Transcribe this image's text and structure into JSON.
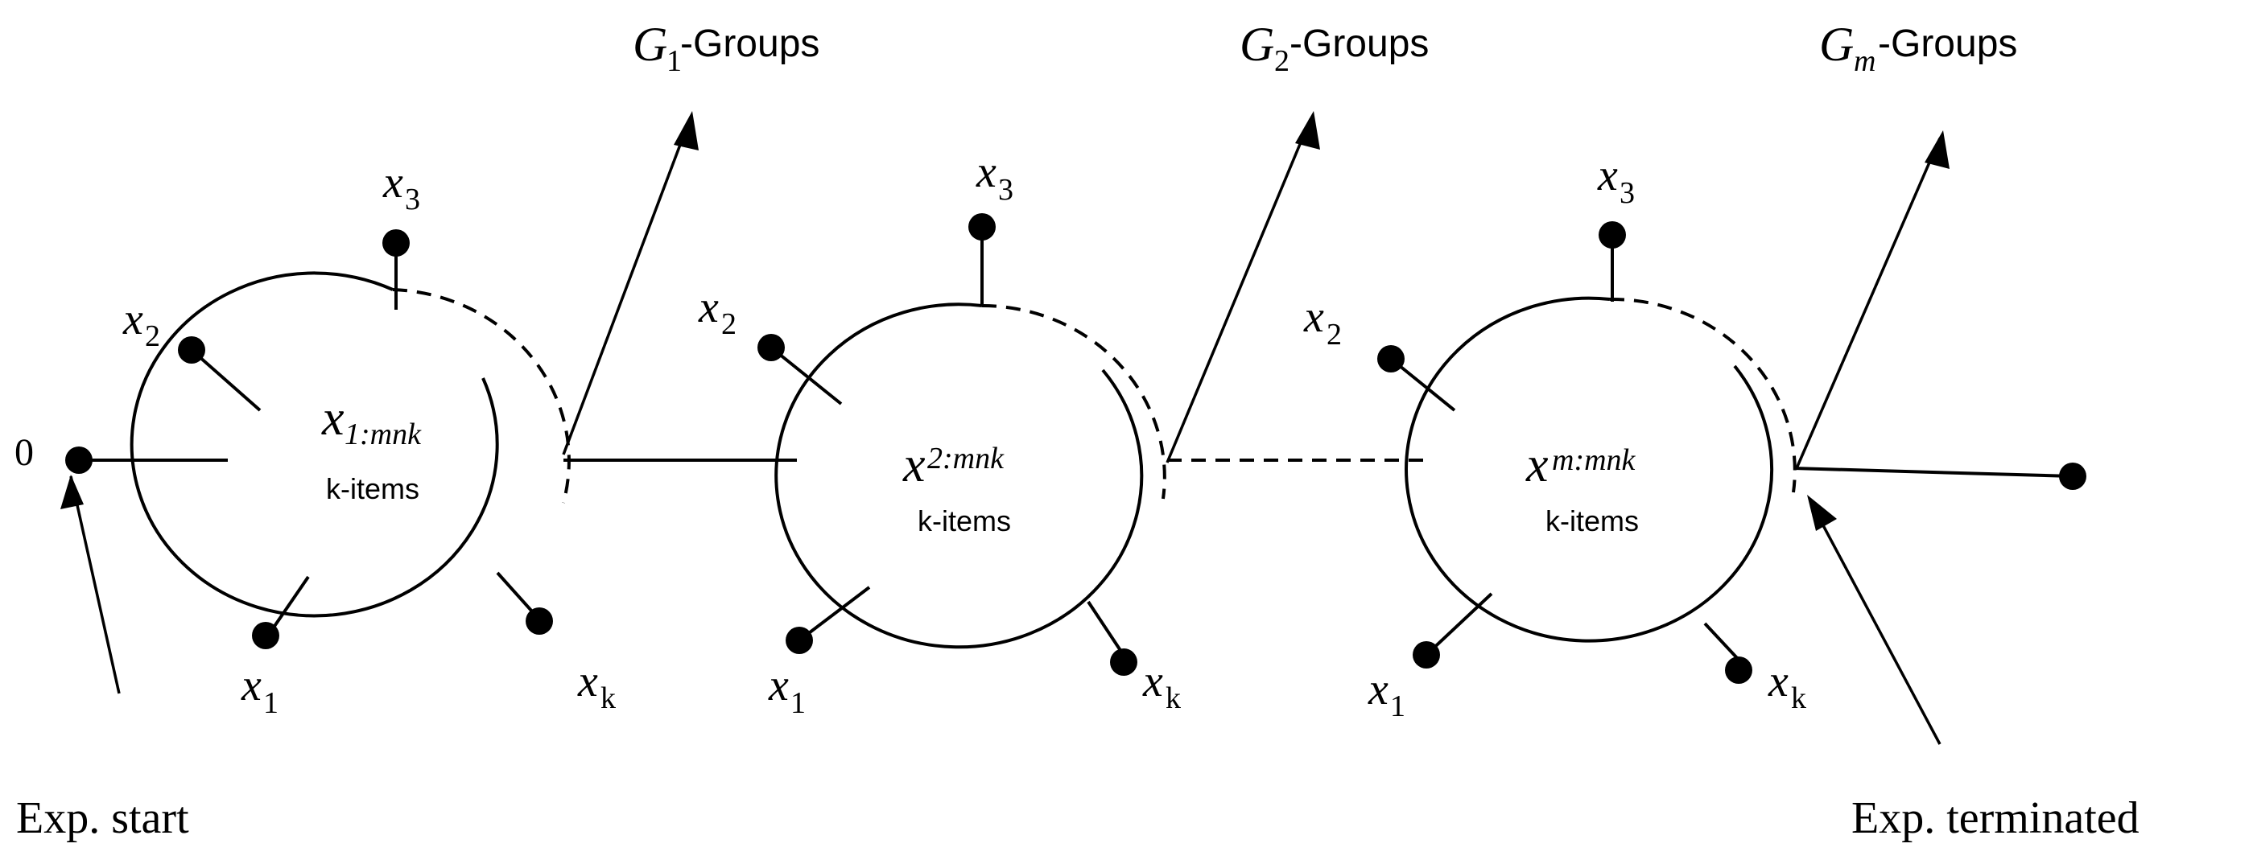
{
  "origin_label": "0",
  "start_label": "Exp. start",
  "end_label": "Exp. terminated",
  "item_suffix": "k-items",
  "groups_suffix": " -Groups",
  "groups": [
    {
      "letter": "G",
      "sub": "1",
      "center_var": "x",
      "center_sub": "1:mnk",
      "items": {
        "x1": "1",
        "x2": "2",
        "x3": "3",
        "xk": "k"
      }
    },
    {
      "letter": "G",
      "sub": "2",
      "center_var": "x",
      "center_sub": "2:mnk",
      "items": {
        "x1": "1",
        "x2": "2",
        "x3": "3",
        "xk": "k"
      }
    },
    {
      "letter": "G",
      "sub": "m",
      "center_var": "x",
      "center_sub": "m:mnk",
      "items": {
        "x1": "1",
        "x2": "2",
        "x3": "3",
        "xk": "k"
      }
    }
  ],
  "item_var": "x"
}
